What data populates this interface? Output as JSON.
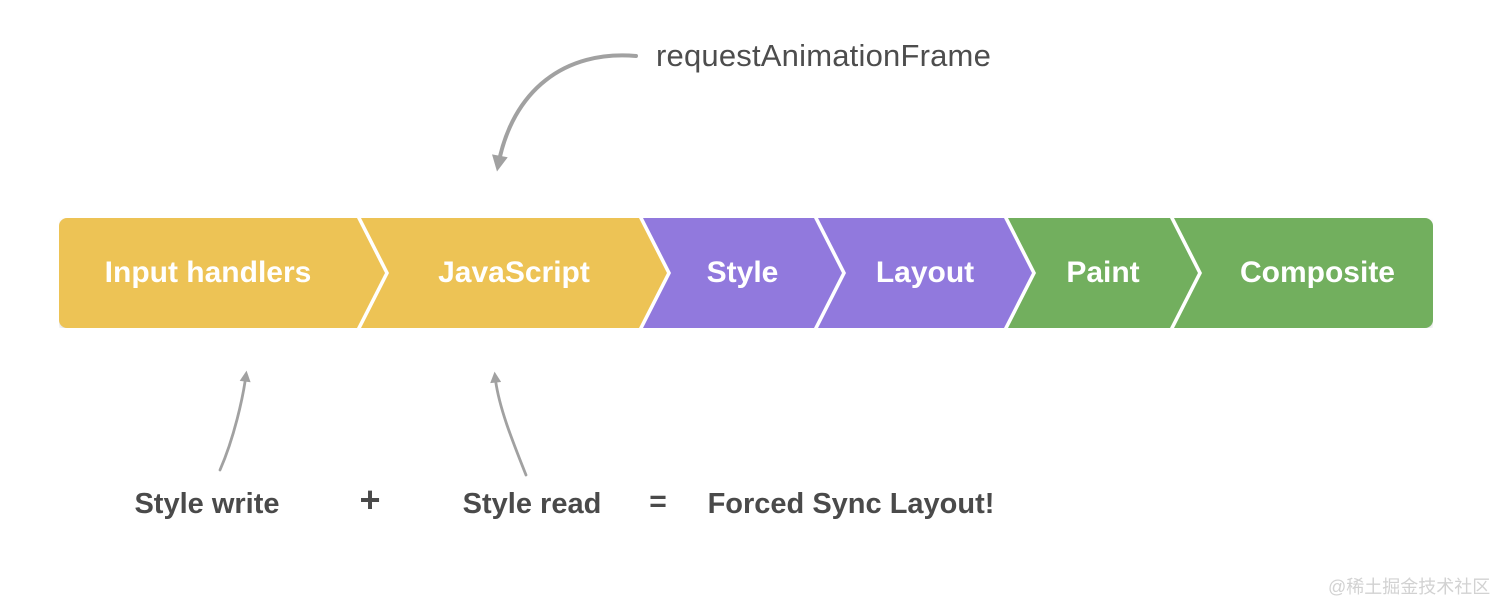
{
  "annotations": {
    "raf_label": "requestAnimationFrame"
  },
  "pipeline": {
    "stages": [
      {
        "label": "Input handlers",
        "color": "#EDC355"
      },
      {
        "label": "JavaScript",
        "color": "#EDC355"
      },
      {
        "label": "Style",
        "color": "#9179DD"
      },
      {
        "label": "Layout",
        "color": "#9179DD"
      },
      {
        "label": "Paint",
        "color": "#72AF5E"
      },
      {
        "label": "Composite",
        "color": "#72AF5E"
      }
    ]
  },
  "equation": {
    "style_write": "Style write",
    "plus": "+",
    "style_read": "Style read",
    "equals": "=",
    "result": "Forced Sync Layout!"
  },
  "watermark": "@稀土掘金技术社区",
  "colors": {
    "background": "#FFFFFF",
    "stage_text": "#FFFFFF",
    "yellow_stage": "#EDC355",
    "purple_stage": "#9179DD",
    "green_stage": "#72AF5E",
    "annotation_text": "#4A4A4A",
    "raf_text": "#4D4D4D",
    "arrow": "#A1A1A1",
    "watermark_text": "#D2D2D2"
  }
}
